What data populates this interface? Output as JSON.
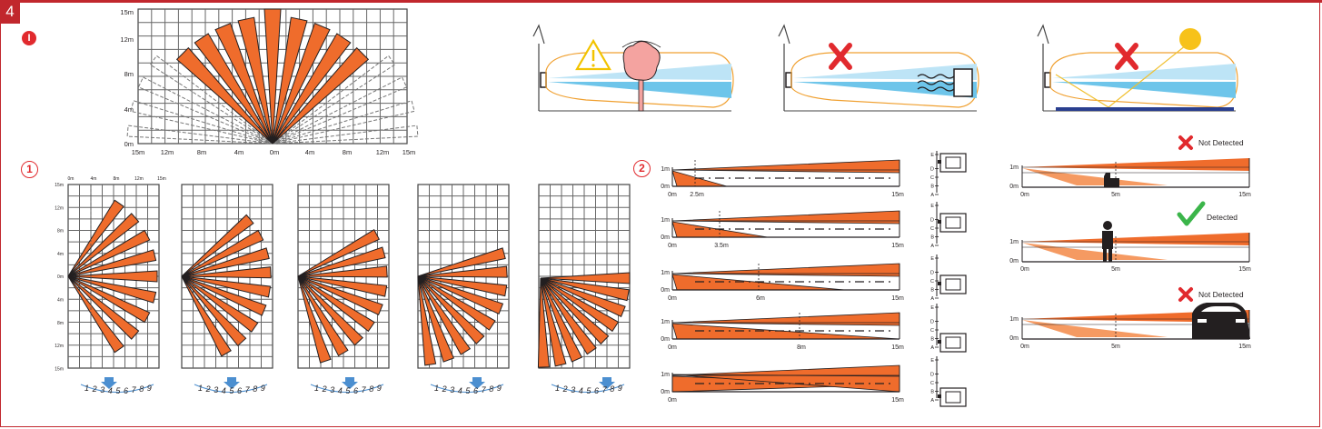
{
  "page": {
    "number": "4",
    "marker_i": "I"
  },
  "section_labels": {
    "one": "1",
    "two": "2"
  },
  "colors": {
    "accent_red": "#c1272d",
    "beam_orange": "#ef6c2c",
    "beam_blue": "#6ec5ea",
    "grid": "#555555",
    "sun": "#f7c21a",
    "warn": "#f2c300",
    "tick": "#3bb54a",
    "switch_blue": "#4c8fd0"
  },
  "top_chart": {
    "y_ticks": [
      "15m",
      "12m",
      "8m",
      "4m",
      "0m"
    ],
    "x_ticks": [
      "15m",
      "12m",
      "8m",
      "4m",
      "0m",
      "4m",
      "8m",
      "12m",
      "15m"
    ]
  },
  "small_chart": {
    "x_ticks": [
      "0m",
      "4m",
      "8m",
      "12m",
      "15m"
    ],
    "y_ticks": [
      "15m",
      "12m",
      "8m",
      "4m",
      "0m",
      "4m",
      "8m",
      "12m",
      "15m"
    ]
  },
  "dip_switch": {
    "digits": [
      "1",
      "2",
      "3",
      "4",
      "5",
      "6",
      "7",
      "8",
      "9"
    ]
  },
  "side_views": {
    "y_top": "1m",
    "y_bottom": "0m",
    "end": "15m",
    "distances": [
      "2.5m",
      "3.5m",
      "6m",
      "8m",
      ""
    ],
    "heights": [
      "E",
      "D",
      "C",
      "B",
      "A"
    ]
  },
  "detection": {
    "rows": [
      {
        "status": "Not Detected",
        "ok": false,
        "target": "dog"
      },
      {
        "status": "Detected",
        "ok": true,
        "target": "person"
      },
      {
        "status": "Not Detected",
        "ok": false,
        "target": "car"
      }
    ],
    "y_top": "1m",
    "y_bottom": "0m",
    "start": "0m",
    "mid": "5m",
    "end": "15m"
  },
  "icons": {
    "warning": "warning-triangle-icon",
    "cross": "cross-icon",
    "check": "check-icon",
    "sun": "sun-icon",
    "tree": "tree-icon",
    "heater": "heater-icon",
    "arrow": "down-arrow-icon"
  }
}
